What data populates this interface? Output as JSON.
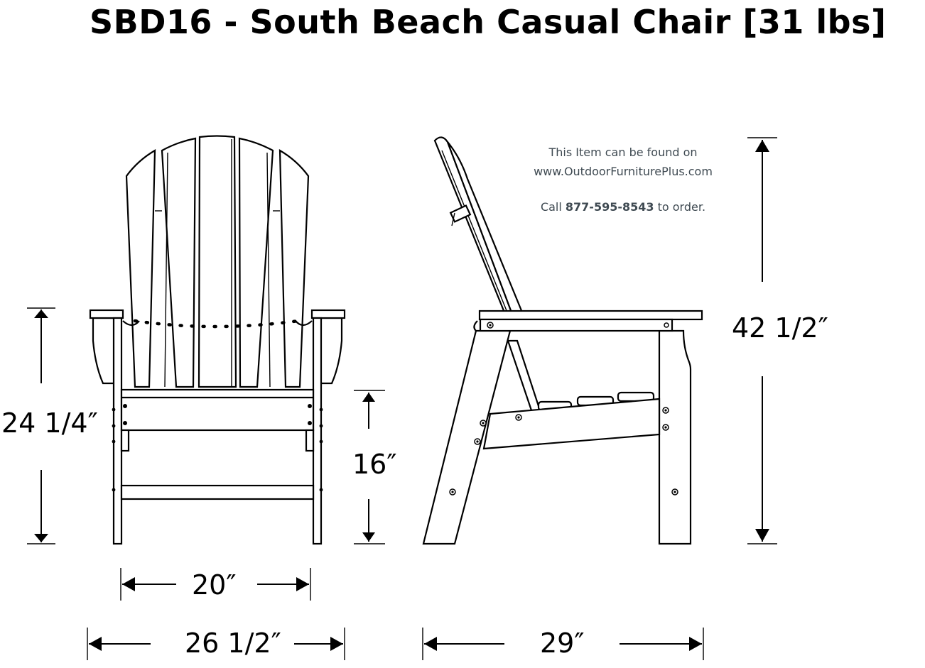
{
  "title": "SBD16 - South Beach Casual Chair [31 lbs]",
  "watermark": {
    "line1": "This Item can be found on",
    "line2": "www.OutdoorFurniturePlus.com",
    "line3_pre": "Call ",
    "phone": "877-595-8543",
    "line3_post": " to order."
  },
  "dimensions": {
    "arm_height": "24 1/4″",
    "seat_height": "16″",
    "inner_width": "20″",
    "overall_width": "26 1/2″",
    "depth": "29″",
    "overall_height": "42 1/2″"
  }
}
